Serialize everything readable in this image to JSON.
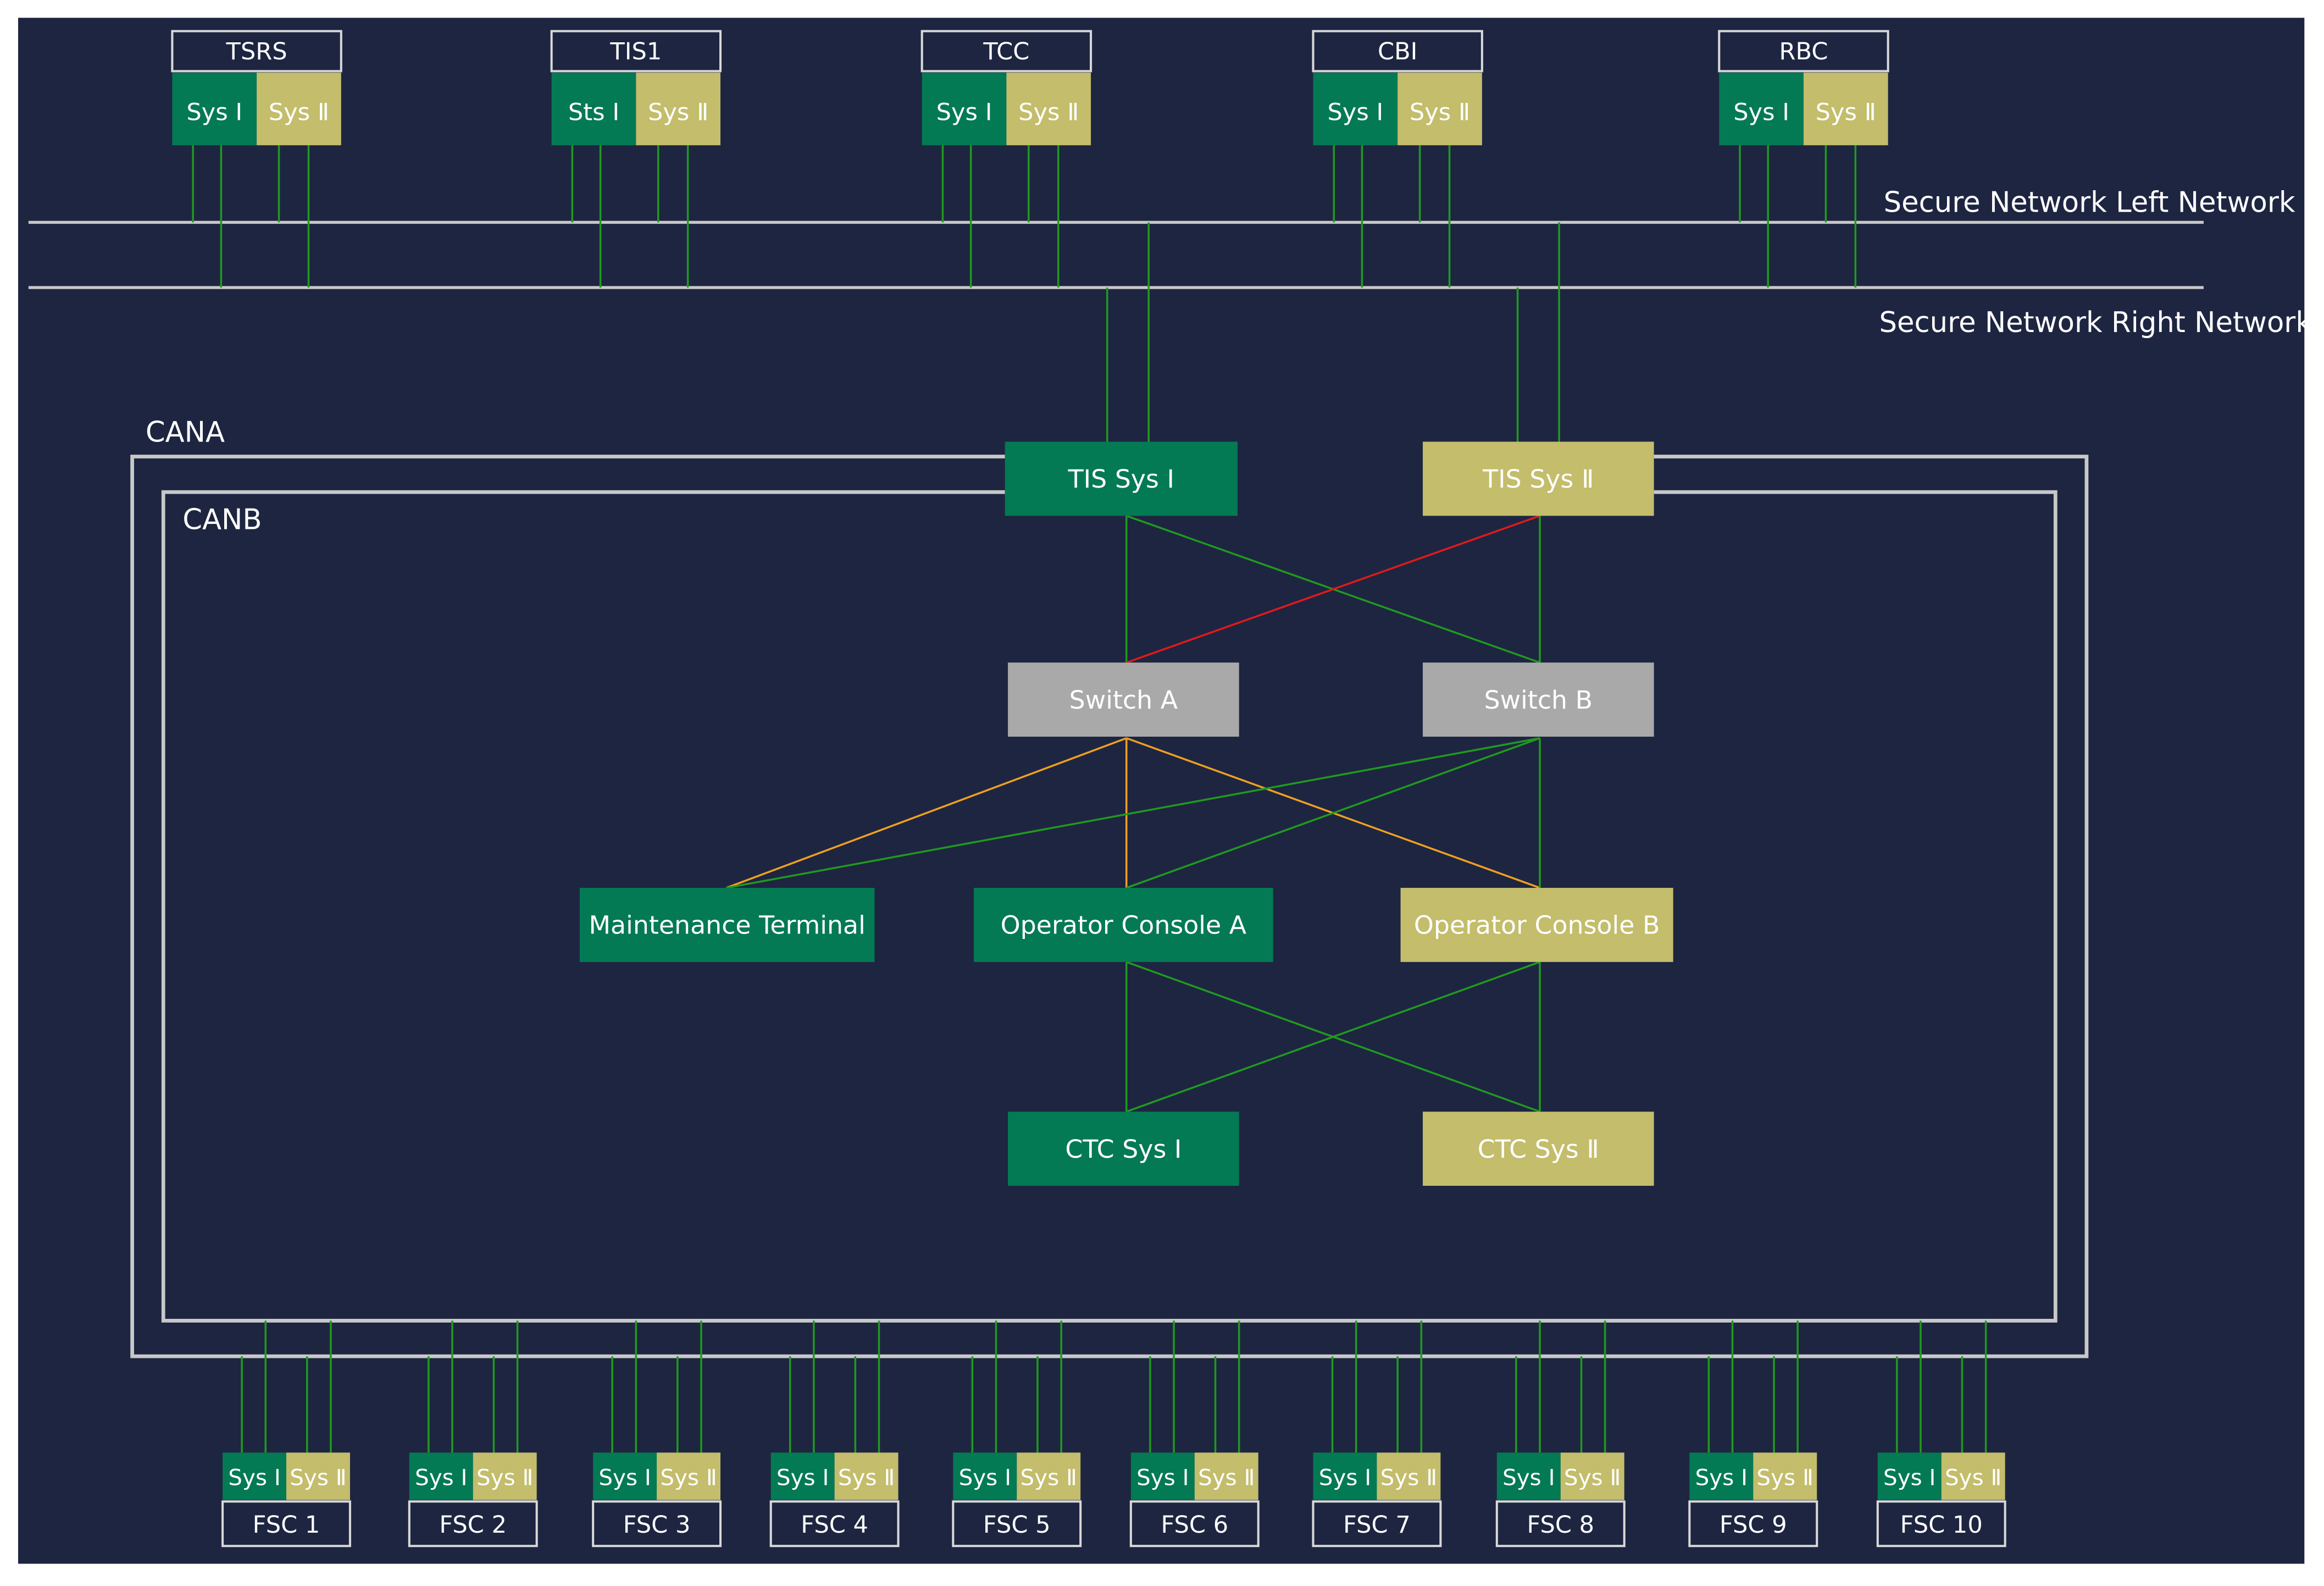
{
  "colors": {
    "background": "#1e2541",
    "sys1": "#037a54",
    "sys2": "#c3bd6c",
    "header_box": "#1e2541",
    "frame": "#c8c8c8",
    "switch": "#a9a9a9",
    "link_green": "#1f9a1f",
    "link_red": "#e11a1a",
    "link_orange": "#f0a020",
    "text": "#ffffff"
  },
  "networks": {
    "left_label": "Secure Network Left Network",
    "right_label": "Secure Network Right Network"
  },
  "top_systems": [
    {
      "name": "TSRS",
      "sys1": "Sys Ⅰ",
      "sys2": "Sys Ⅱ"
    },
    {
      "name": "TIS1",
      "sys1": "Sts Ⅰ",
      "sys2": "Sys Ⅱ"
    },
    {
      "name": "TCC",
      "sys1": "Sys Ⅰ",
      "sys2": "Sys Ⅱ"
    },
    {
      "name": "CBI",
      "sys1": "Sys Ⅰ",
      "sys2": "Sys Ⅱ"
    },
    {
      "name": "RBC",
      "sys1": "Sys Ⅰ",
      "sys2": "Sys Ⅱ"
    }
  ],
  "can": {
    "cana_label": "CANA",
    "canb_label": "CANB"
  },
  "nodes": {
    "tis_sys1": "TIS Sys Ⅰ",
    "tis_sys2": "TIS Sys Ⅱ",
    "switch_a": "Switch A",
    "switch_b": "Switch B",
    "maintenance": "Maintenance Terminal",
    "console_a": "Operator Console A",
    "console_b": "Operator Console B",
    "ctc_sys1": "CTC Sys Ⅰ",
    "ctc_sys2": "CTC Sys Ⅱ"
  },
  "fscs": [
    {
      "name": "FSC 1",
      "sys1": "Sys Ⅰ",
      "sys2": "Sys Ⅱ"
    },
    {
      "name": "FSC 2",
      "sys1": "Sys Ⅰ",
      "sys2": "Sys Ⅱ"
    },
    {
      "name": "FSC 3",
      "sys1": "Sys Ⅰ",
      "sys2": "Sys Ⅱ"
    },
    {
      "name": "FSC 4",
      "sys1": "Sys Ⅰ",
      "sys2": "Sys Ⅱ"
    },
    {
      "name": "FSC 5",
      "sys1": "Sys Ⅰ",
      "sys2": "Sys Ⅱ"
    },
    {
      "name": "FSC 6",
      "sys1": "Sys Ⅰ",
      "sys2": "Sys Ⅱ"
    },
    {
      "name": "FSC 7",
      "sys1": "Sys Ⅰ",
      "sys2": "Sys Ⅱ"
    },
    {
      "name": "FSC 8",
      "sys1": "Sys Ⅰ",
      "sys2": "Sys Ⅱ"
    },
    {
      "name": "FSC 9",
      "sys1": "Sys Ⅰ",
      "sys2": "Sys Ⅱ"
    },
    {
      "name": "FSC 10",
      "sys1": "Sys Ⅰ",
      "sys2": "Sys Ⅱ"
    }
  ]
}
